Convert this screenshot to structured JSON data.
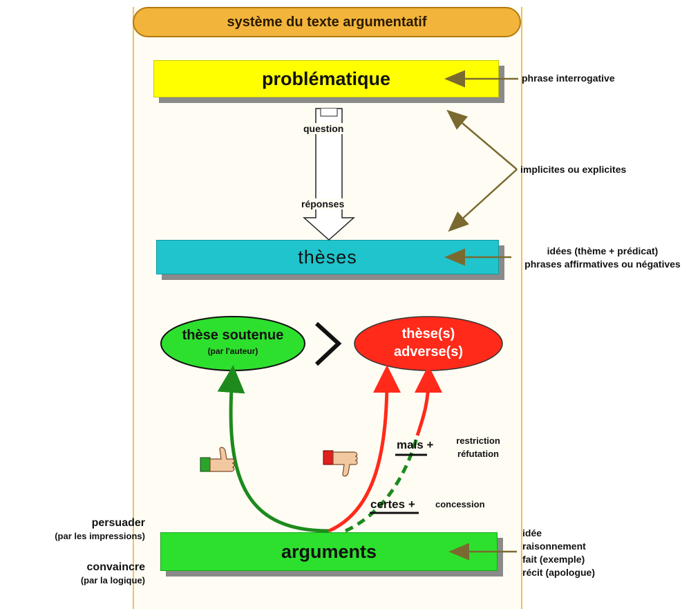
{
  "title": "système du texte argumentatif",
  "boxes": {
    "problematique": "problématique",
    "theses": "thèses",
    "arguments": "arguments"
  },
  "flow": {
    "question": "question",
    "reponses": "réponses"
  },
  "right_labels": {
    "phrase_interrogative": "phrase interrogative",
    "implicites": "implicites ou explicites",
    "idees_line1": "idées (thème + prédicat)",
    "idees_line2": "phrases affirmatives ou négatives",
    "arg_types": [
      "idée",
      "raisonnement",
      "fait (exemple)",
      "récit (apologue)"
    ]
  },
  "left_labels": {
    "persuader": "persuader",
    "persuader_sub": "(par les impressions)",
    "convaincre": "convaincre",
    "convaincre_sub": "(par la logique)"
  },
  "ellipses": {
    "soutenue_title": "thèse soutenue",
    "soutenue_sub": "(par l'auteur)",
    "adverse_line1": "thèse(s)",
    "adverse_line2": "adverse(s)"
  },
  "connectors": {
    "mais": "mais +",
    "restriction": "restriction",
    "refutation": "réfutation",
    "certes": "certes +",
    "concession": "concession"
  },
  "icons": [
    "thumbs-up-icon",
    "thumbs-down-icon"
  ],
  "colors": {
    "title_bg": "#f2b43a",
    "problematique": "#ffff00",
    "theses": "#20c4cc",
    "arguments": "#2ee02e",
    "soutenue": "#2ee02e",
    "adverse": "#ff2a1a",
    "arrow_brown": "#7a6a30",
    "green_arrow": "#1e8a1e",
    "red_arrow": "#ff2a1a"
  }
}
